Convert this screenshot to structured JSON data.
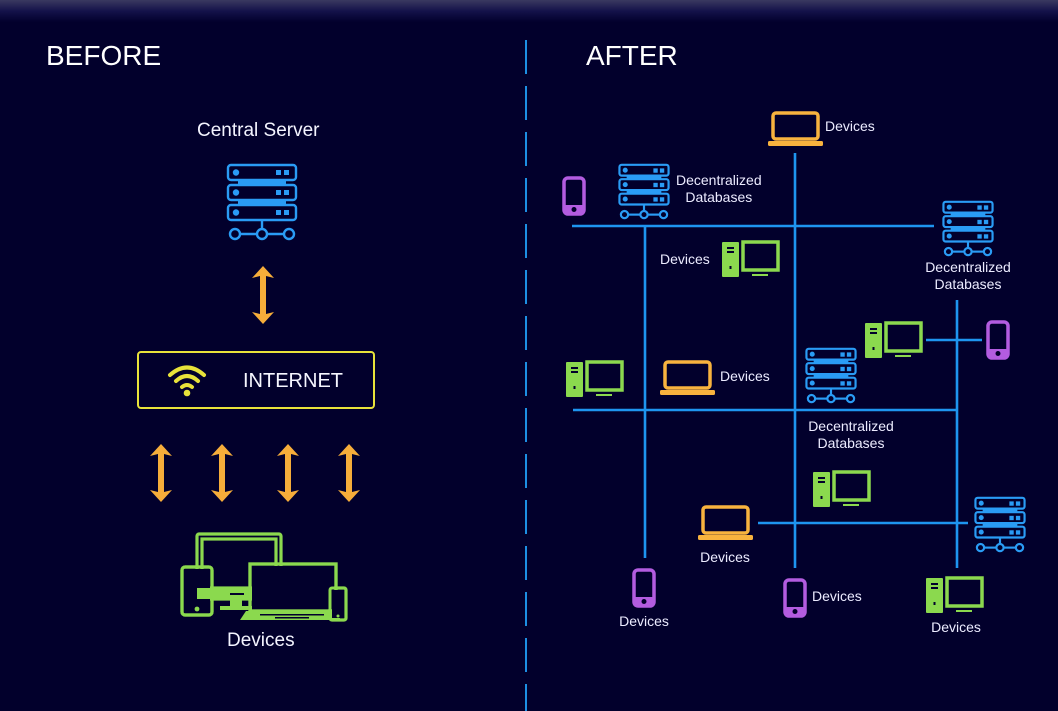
{
  "colors": {
    "background": "#02002c",
    "network_line": "#1e95f0",
    "server": "#2a9cf5",
    "arrow": "#f6ad3a",
    "internet_border": "#e8e23a",
    "desktop": "#8bd94e",
    "laptop": "#f8b33e",
    "phone": "#b35ce0"
  },
  "before": {
    "heading": "BEFORE",
    "server_label": "Central Server",
    "server_icon": "server-rack-icon",
    "internet_label": "INTERNET",
    "internet_icon": "wifi-icon",
    "arrow_icon": "double-arrow-vertical-icon",
    "devices_label": "Devices",
    "devices_icon": "multi-device-icon"
  },
  "after": {
    "heading": "AFTER",
    "nodes": [
      {
        "type": "laptop",
        "label": "Devices"
      },
      {
        "type": "phone",
        "label": ""
      },
      {
        "type": "database",
        "label": "Decentralized Databases"
      },
      {
        "type": "database",
        "label": "Decentralized Databases"
      },
      {
        "type": "desktop",
        "label": "Devices"
      },
      {
        "type": "desktop",
        "label": ""
      },
      {
        "type": "phone",
        "label": ""
      },
      {
        "type": "desktop",
        "label": ""
      },
      {
        "type": "laptop",
        "label": "Devices"
      },
      {
        "type": "database",
        "label": "Decentralized Databases"
      },
      {
        "type": "desktop",
        "label": ""
      },
      {
        "type": "laptop",
        "label": "Devices"
      },
      {
        "type": "database",
        "label": ""
      },
      {
        "type": "phone",
        "label": "Devices"
      },
      {
        "type": "phone",
        "label": "Devices"
      },
      {
        "type": "desktop",
        "label": "Devices"
      }
    ],
    "db_label_line1": "Decentralized",
    "db_label_line2": "Databases",
    "devices_label": "Devices"
  }
}
